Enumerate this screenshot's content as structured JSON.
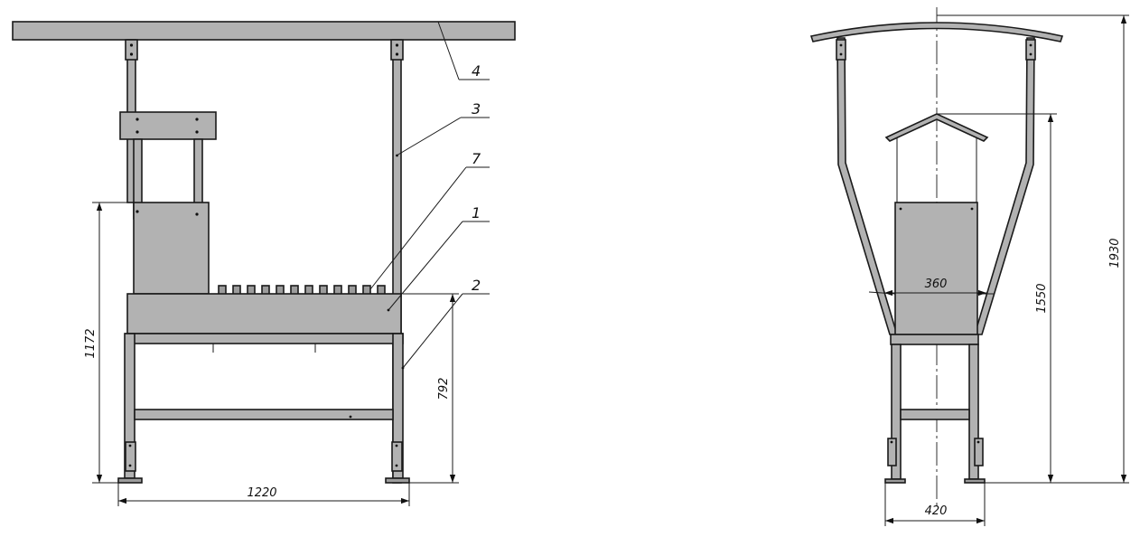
{
  "front_view": {
    "callouts": {
      "roof": "4",
      "post": "3",
      "skewers": "7",
      "firebox": "1",
      "leg": "2"
    },
    "dimensions": {
      "overall_height": "1172",
      "table_height": "792",
      "width": "1220"
    }
  },
  "side_view": {
    "dimensions": {
      "firebox_width": "360",
      "chimney_height": "1550",
      "overall_height": "1930",
      "base_width": "420"
    }
  }
}
